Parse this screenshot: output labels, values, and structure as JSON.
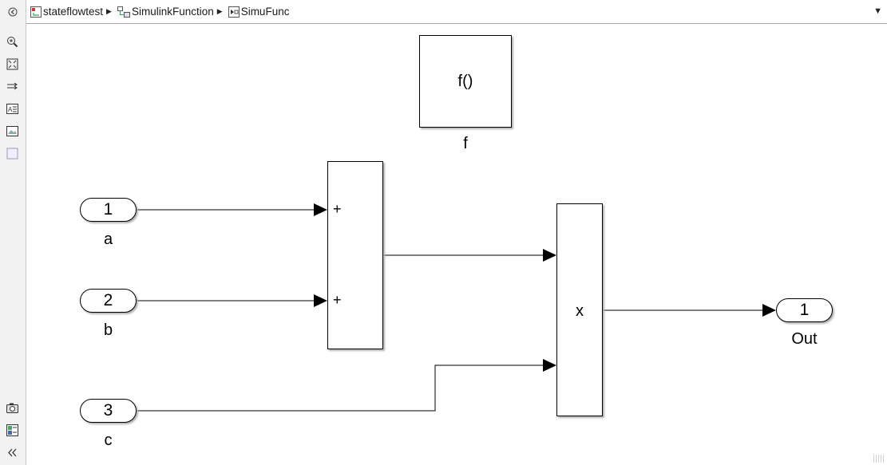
{
  "breadcrumb": [
    {
      "label": "stateflowtest",
      "icon": "stateflow-chart-icon"
    },
    {
      "label": "SimulinkFunction",
      "icon": "subsystem-icon"
    },
    {
      "label": "SimuFunc",
      "icon": "simulink-model-icon"
    }
  ],
  "toolbar": {
    "icons": [
      "hide-explorer-icon",
      "zoom-icon",
      "fit-to-view-icon",
      "signal-routing-icon",
      "annotation-icon",
      "image-icon",
      "area-icon",
      "screenshot-icon",
      "model-browser-icon",
      "collapse-icon"
    ]
  },
  "diagram": {
    "function_block": {
      "text": "f()",
      "label": "f"
    },
    "inports": [
      {
        "number": "1",
        "name": "a"
      },
      {
        "number": "2",
        "name": "b"
      },
      {
        "number": "3",
        "name": "c"
      }
    ],
    "sum_block": {
      "signs": [
        "+",
        "+"
      ]
    },
    "product_block": {
      "symbol": "x"
    },
    "outport": {
      "number": "1",
      "name": "Out"
    }
  }
}
